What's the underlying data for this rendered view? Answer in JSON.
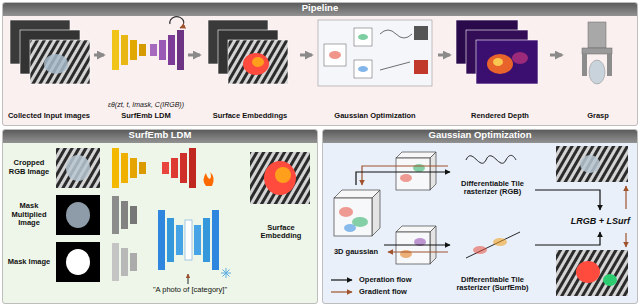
{
  "diagram": {
    "nodes": [
      {
        "text": [
          "Pipeline"
        ]
      },
      {
        "text": [
          "Collected Input images"
        ],
        "in": 0
      },
      {
        "text": [
          "εθ(zt, t, Imask, C(IRGB))",
          "SurfEmb LDM"
        ],
        "in": 0
      },
      {
        "text": [
          "Surface Embeddings"
        ],
        "in": 0
      },
      {
        "text": [
          "Gaussian Optimization"
        ],
        "in": 0
      },
      {
        "text": [
          "Rendered Depth"
        ],
        "in": 0
      },
      {
        "text": [
          "Grasp"
        ],
        "in": 0
      },
      {
        "text": [
          "SurfEmb LDM"
        ]
      },
      {
        "text": [
          "Cropped RGB Image"
        ],
        "in": 7
      },
      {
        "text": [
          "Mask Multiplied Image"
        ],
        "in": 7
      },
      {
        "text": [
          "Mask Image"
        ],
        "in": 7
      },
      {
        "text": [
          "Surface Embedding"
        ],
        "in": 7
      },
      {
        "text": [
          "Gaussian Optimization"
        ]
      },
      {
        "text": [
          "3D gaussian"
        ],
        "in": 12
      },
      {
        "text": [
          "Differentiable Tile rasterizer (RGB)"
        ],
        "in": 12
      },
      {
        "text": [
          "Differentiable Tile rasterizer (SurfEmb)"
        ],
        "in": 12
      },
      {
        "text": [
          "LRGB + LSurf"
        ],
        "in": 12
      }
    ],
    "edges": [
      {
        "from": 1,
        "to": 2,
        "arrow": "to"
      },
      {
        "from": 2,
        "to": 3,
        "arrow": "to"
      },
      {
        "from": 3,
        "to": 4,
        "arrow": "to"
      },
      {
        "from": 4,
        "to": 5,
        "arrow": "to"
      },
      {
        "from": 5,
        "to": 6,
        "arrow": "to"
      },
      {
        "from": 13,
        "to": 14,
        "arrow": "to"
      },
      {
        "from": 13,
        "to": 15,
        "arrow": "to"
      },
      {
        "from": 14,
        "to": 16,
        "arrow": "to"
      },
      {
        "from": 15,
        "to": 16,
        "arrow": "to"
      }
    ],
    "labels": [
      "\"A photo of [category]\""
    ],
    "legend": [
      {
        "text": "Operation flow"
      },
      {
        "text": "Gradient flow"
      }
    ]
  }
}
